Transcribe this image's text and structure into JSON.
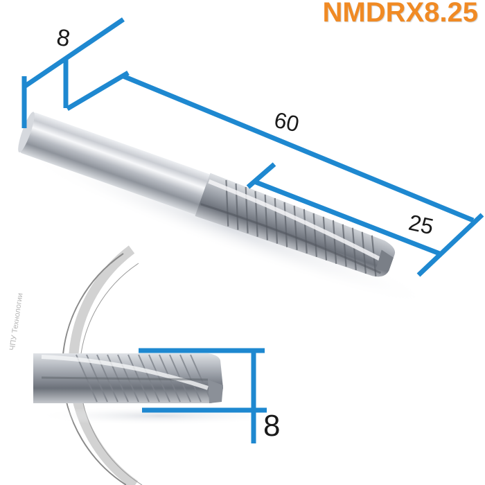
{
  "product": {
    "model_code": "NMDRX8.25",
    "title_color": "#F08A24"
  },
  "dimensions": {
    "color": "#1E88D0",
    "shank_diameter_label": "8",
    "overall_length_label": "60",
    "flute_length_label": "25",
    "cutting_diameter_label": "8"
  },
  "inset": {
    "watermark_text": "ЧПУ Технологии"
  },
  "image": {
    "subject": "carbide roughing end mill"
  }
}
